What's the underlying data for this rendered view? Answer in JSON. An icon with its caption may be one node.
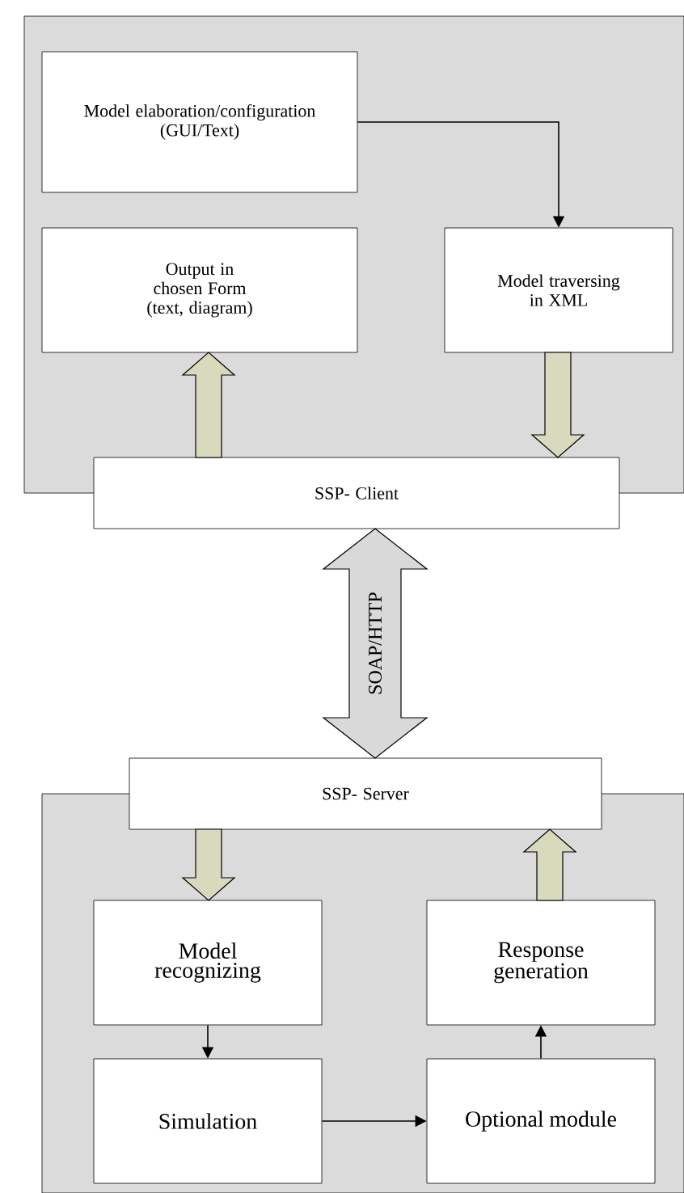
{
  "diagram": {
    "nodes": [
      {
        "text": [],
        "shape": "box"
      },
      {
        "text": [
          "Model elaboration/configuration (GUI/Text)"
        ],
        "in": 0
      },
      {
        "text": [
          "Output in chosen Form (text, diagram)"
        ],
        "in": 0
      },
      {
        "text": [
          "Model traversing in XML"
        ],
        "in": 0
      },
      {
        "text": [
          "SSP- Client"
        ]
      },
      {
        "text": [
          "SSP- Server"
        ]
      },
      {
        "text": [],
        "shape": "box"
      },
      {
        "text": [
          "Model recognizing"
        ],
        "in": 6
      },
      {
        "text": [
          "Response generation"
        ],
        "in": 6
      },
      {
        "text": [
          "Simulation"
        ],
        "in": 6
      },
      {
        "text": [
          "Optional module"
        ],
        "in": 6
      }
    ],
    "edges": [
      {
        "from": 1,
        "to": 3,
        "arrow": "to"
      },
      {
        "from": 3,
        "to": 4,
        "arrow": "to",
        "style": "thick",
        "color": "#d8d9bd"
      },
      {
        "from": 4,
        "to": 2,
        "arrow": "to",
        "style": "thick",
        "color": "#d8d9bd"
      },
      {
        "from": 4,
        "to": 5,
        "arrow": "both",
        "label": "SOAP/HTTP",
        "style": "thick",
        "color": "#d9d9d9"
      },
      {
        "from": 5,
        "to": 7,
        "arrow": "to",
        "style": "thick",
        "color": "#d8d9bd"
      },
      {
        "from": 8,
        "to": 5,
        "arrow": "to",
        "style": "thick",
        "color": "#d8d9bd"
      },
      {
        "from": 7,
        "to": 9,
        "arrow": "to"
      },
      {
        "from": 9,
        "to": 10,
        "arrow": "to"
      },
      {
        "from": 10,
        "to": 8,
        "arrow": "to"
      }
    ]
  }
}
